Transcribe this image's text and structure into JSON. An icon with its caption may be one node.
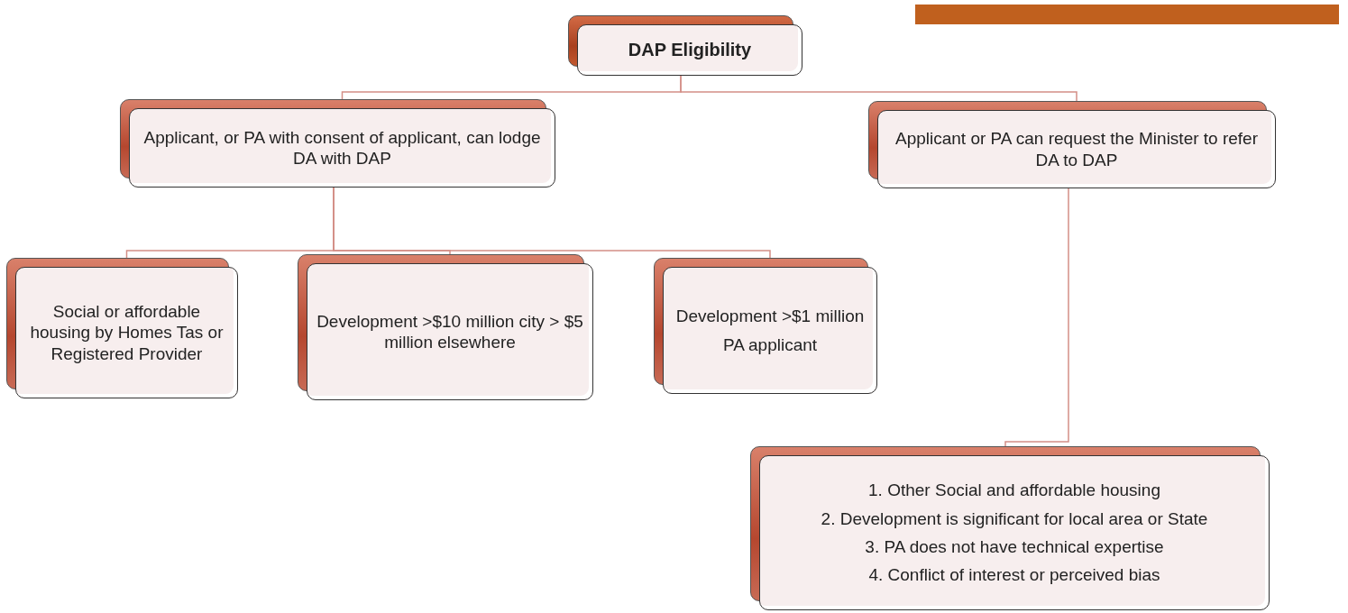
{
  "diagram": {
    "nodes": [
      {
        "text": [
          "DAP Eligibility"
        ]
      },
      {
        "text": [
          "Applicant, or PA with consent of applicant, can lodge DA with DAP"
        ]
      },
      {
        "text": [
          "Applicant or PA can request the Minister to refer DA to DAP"
        ]
      },
      {
        "text": [
          "Social or affordable housing by Homes Tas or Registered Provider"
        ]
      },
      {
        "text": [
          "Development >$10 million city > $5 million elsewhere"
        ]
      },
      {
        "text": [
          "Development >$1 million",
          "PA applicant"
        ]
      },
      {
        "text": [
          "1. Other Social and affordable housing",
          "2. Development is significant for local area or State",
          "3. PA does not have technical expertise",
          "4. Conflict of interest or perceived bias"
        ]
      }
    ],
    "edges": [
      {
        "from": 0,
        "to": 1,
        "arrow": "none"
      },
      {
        "from": 0,
        "to": 2,
        "arrow": "none"
      },
      {
        "from": 1,
        "to": 3,
        "arrow": "none"
      },
      {
        "from": 1,
        "to": 4,
        "arrow": "none"
      },
      {
        "from": 1,
        "to": 5,
        "arrow": "none"
      },
      {
        "from": 2,
        "to": 6,
        "arrow": "none"
      }
    ]
  }
}
